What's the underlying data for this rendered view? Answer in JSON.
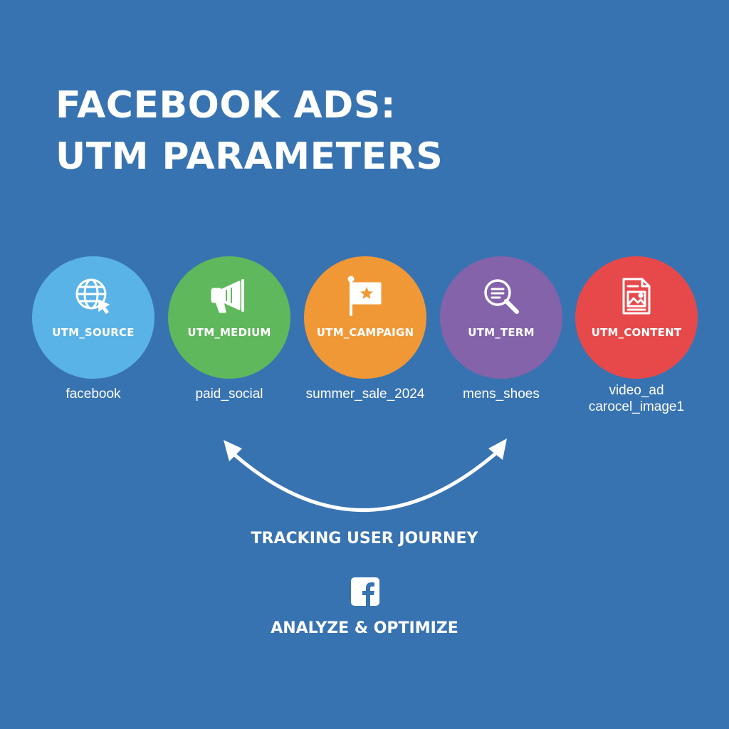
{
  "title": {
    "line1": "FACEBOOK ADS:",
    "line2": "UTM PARAMETERS"
  },
  "parameters": [
    {
      "name": "UTM_SOURCE",
      "icon": "globe-cursor-icon",
      "color": "#5ab3e6",
      "values": [
        "facebook"
      ]
    },
    {
      "name": "UTM_MEDIUM",
      "icon": "megaphone-icon",
      "color": "#5fb85c",
      "values": [
        "paid_social"
      ]
    },
    {
      "name": "UTM_CAMPAIGN",
      "icon": "flag-star-icon",
      "color": "#f19836",
      "values": [
        "summer_sale_2024"
      ]
    },
    {
      "name": "UTM_TERM",
      "icon": "magnifier-icon",
      "color": "#8463ab",
      "values": [
        "mens_shoes"
      ]
    },
    {
      "name": "UTM_CONTENT",
      "icon": "document-image-icon",
      "color": "#e7494a",
      "values": [
        "video_ad",
        "carocel_image1"
      ]
    }
  ],
  "journey_label": "TRACKING USER JOURNEY",
  "footer_icon": "facebook-icon",
  "footer_label": "ANALYZE & OPTIMIZE"
}
